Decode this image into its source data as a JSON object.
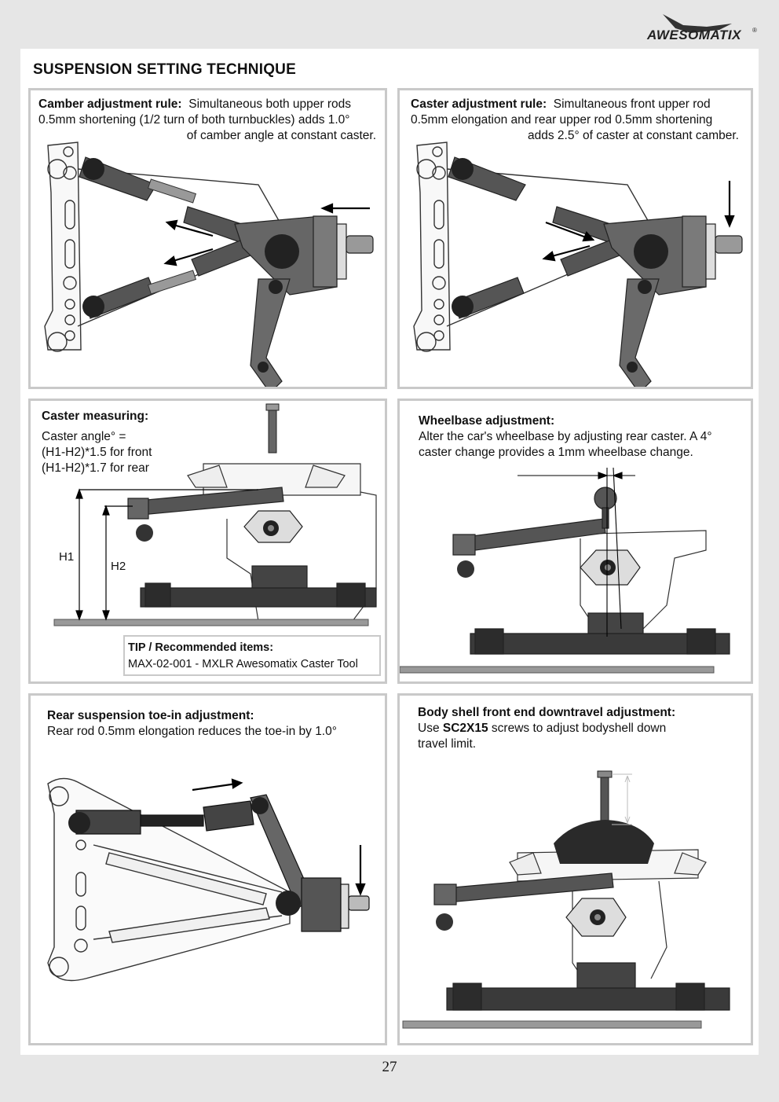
{
  "brand": {
    "logo_text": "AWESOMATIX",
    "registered": "®"
  },
  "page_title": "SUSPENSION  SETTING TECHNIQUE",
  "page_number": "27",
  "panels": {
    "camber": {
      "heading": "Camber adjustment rule:",
      "line1": "Simultaneous both upper rods",
      "line2": "0.5mm shortening (1/2 turn of both turnbuckles) adds 1.0°",
      "line3": "of camber angle at constant caster."
    },
    "caster": {
      "heading": "Caster adjustment rule:",
      "line1": "Simultaneous front upper rod",
      "line2": "0.5mm elongation and rear upper rod 0.5mm shortening",
      "line3": "adds 2.5° of caster at constant camber."
    },
    "caster_measuring": {
      "heading": "Caster measuring:",
      "line1": "Caster angle° =",
      "line2": "(H1-H2)*1.5  for front",
      "line3": "(H1-H2)*1.7  for rear",
      "h1": "H1",
      "h2": "H2",
      "tip_heading": "TIP / Recommended items:",
      "tip_item": "MAX-02-001  -  MXLR Awesomatix Caster Tool"
    },
    "wheelbase": {
      "heading": "Wheelbase adjustment:",
      "line1": "Alter the car's wheelbase by adjusting rear caster. A 4°",
      "line2": "caster change provides a 1mm wheelbase change."
    },
    "toe_in": {
      "heading": "Rear suspension toe-in adjustment:",
      "line1": "Rear rod 0.5mm elongation reduces the toe-in by 1.0°"
    },
    "bodyshell": {
      "heading": "Body shell front end downtravel adjustment:",
      "line1_pre": "Use ",
      "line1_bold": "SC2X15",
      "line1_post": " screws to adjust bodyshell down",
      "line2": "travel limit."
    }
  }
}
